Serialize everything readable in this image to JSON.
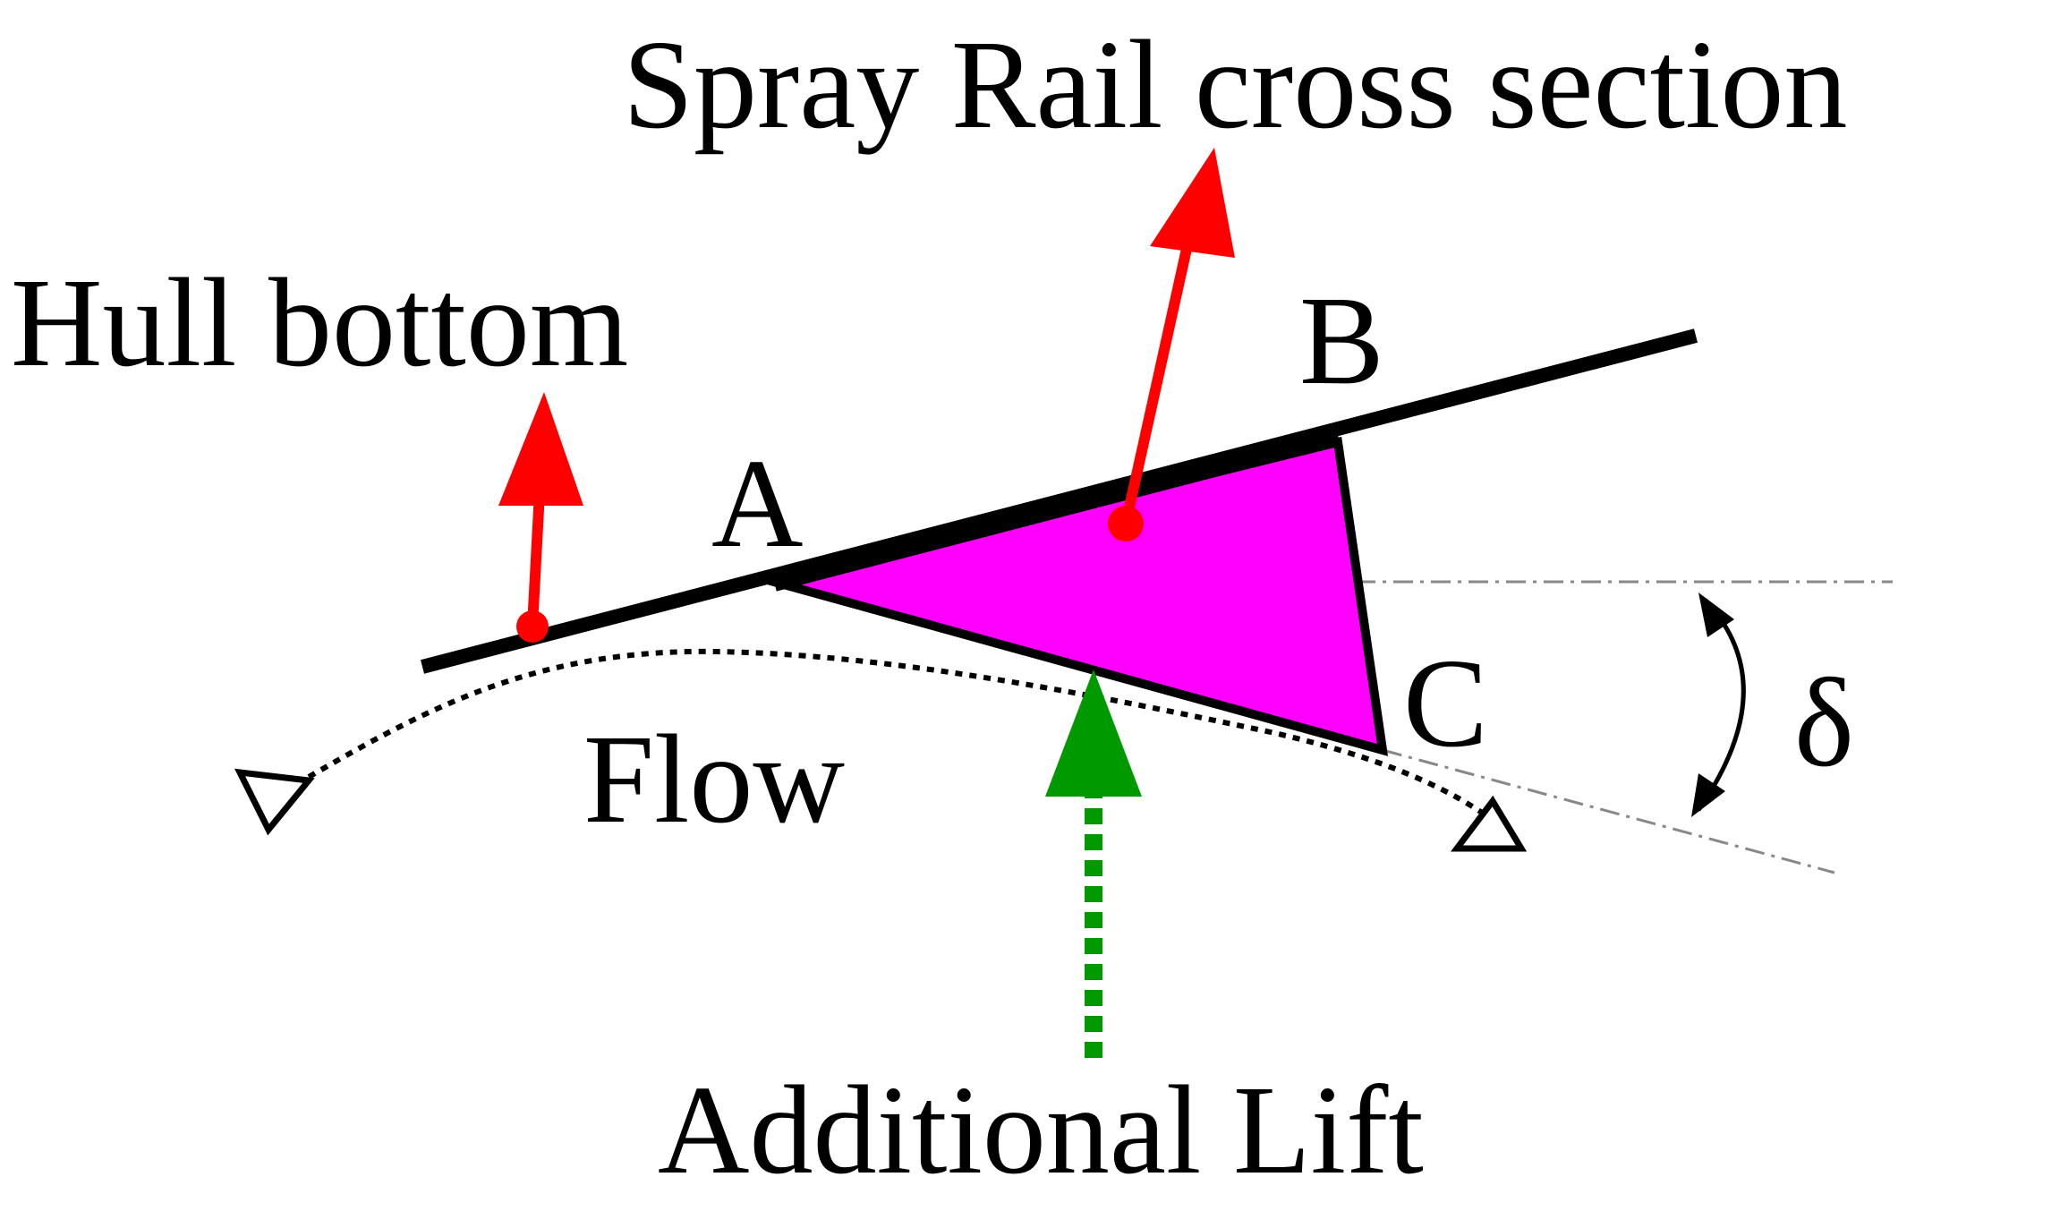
{
  "labels": {
    "spray_rail": "Spray Rail cross section",
    "hull_bottom": "Hull bottom",
    "point_a": "A",
    "point_b": "B",
    "point_c": "C",
    "flow": "Flow",
    "delta": "δ",
    "additional_lift": "Additional Lift"
  },
  "colors": {
    "rail_fill": "#ff00ff",
    "force_arrow": "#ff0000",
    "lift_arrow": "#009900",
    "hull_line": "#000000",
    "reference_line": "#888888"
  }
}
